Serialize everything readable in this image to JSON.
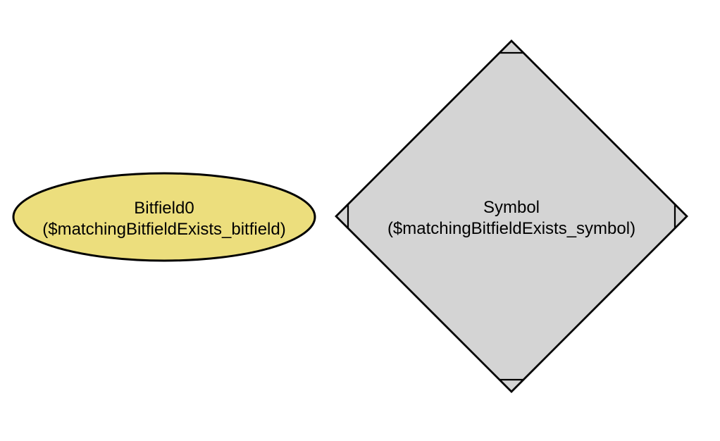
{
  "diagram": {
    "type": "graph-diagram",
    "background_color": "#ffffff",
    "stroke_color": "#000000",
    "text_color": "#000000",
    "nodes": [
      {
        "id": "bitfield",
        "shape": "ellipse",
        "label_line1": "Bitfield0",
        "label_line2": "($matchingBitfieldExists_bitfield)",
        "fill": "#ECDE7D"
      },
      {
        "id": "symbol",
        "shape": "Mdiamond",
        "label_line1": "Symbol",
        "label_line2": "($matchingBitfieldExists_symbol)",
        "fill": "#D4D4D4"
      }
    ]
  }
}
